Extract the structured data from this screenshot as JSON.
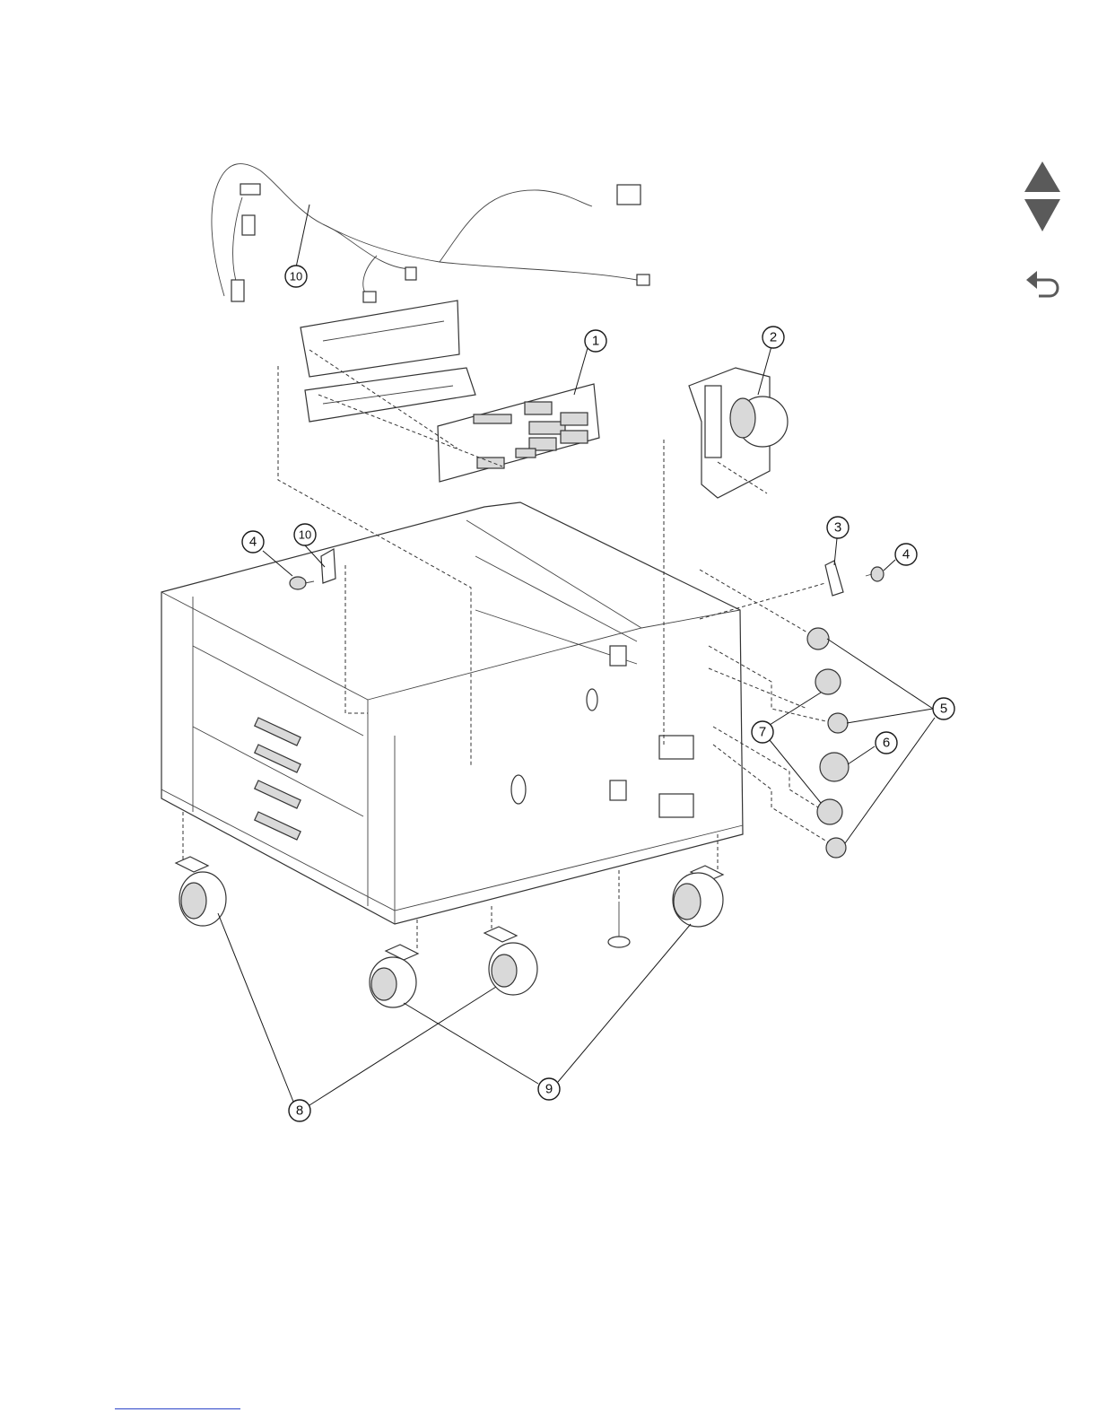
{
  "callouts": [
    {
      "id": "c1",
      "label": "1"
    },
    {
      "id": "c2",
      "label": "2"
    },
    {
      "id": "c3",
      "label": "3"
    },
    {
      "id": "c4a",
      "label": "4"
    },
    {
      "id": "c4b",
      "label": "4"
    },
    {
      "id": "c5",
      "label": "5"
    },
    {
      "id": "c6",
      "label": "6"
    },
    {
      "id": "c7",
      "label": "7"
    },
    {
      "id": "c8",
      "label": "8"
    },
    {
      "id": "c9",
      "label": "9"
    },
    {
      "id": "c10a",
      "label": "10"
    },
    {
      "id": "c10b",
      "label": "10"
    }
  ],
  "navigation": {
    "previous_icon": "triangle-up-icon",
    "next_icon": "triangle-down-icon",
    "back_icon": "return-arrow-icon",
    "icon_color": "#5a5a5a"
  },
  "colors": {
    "link": "#2a43c8",
    "line": "#1a1a1a",
    "fill": "#d9d9d9"
  }
}
